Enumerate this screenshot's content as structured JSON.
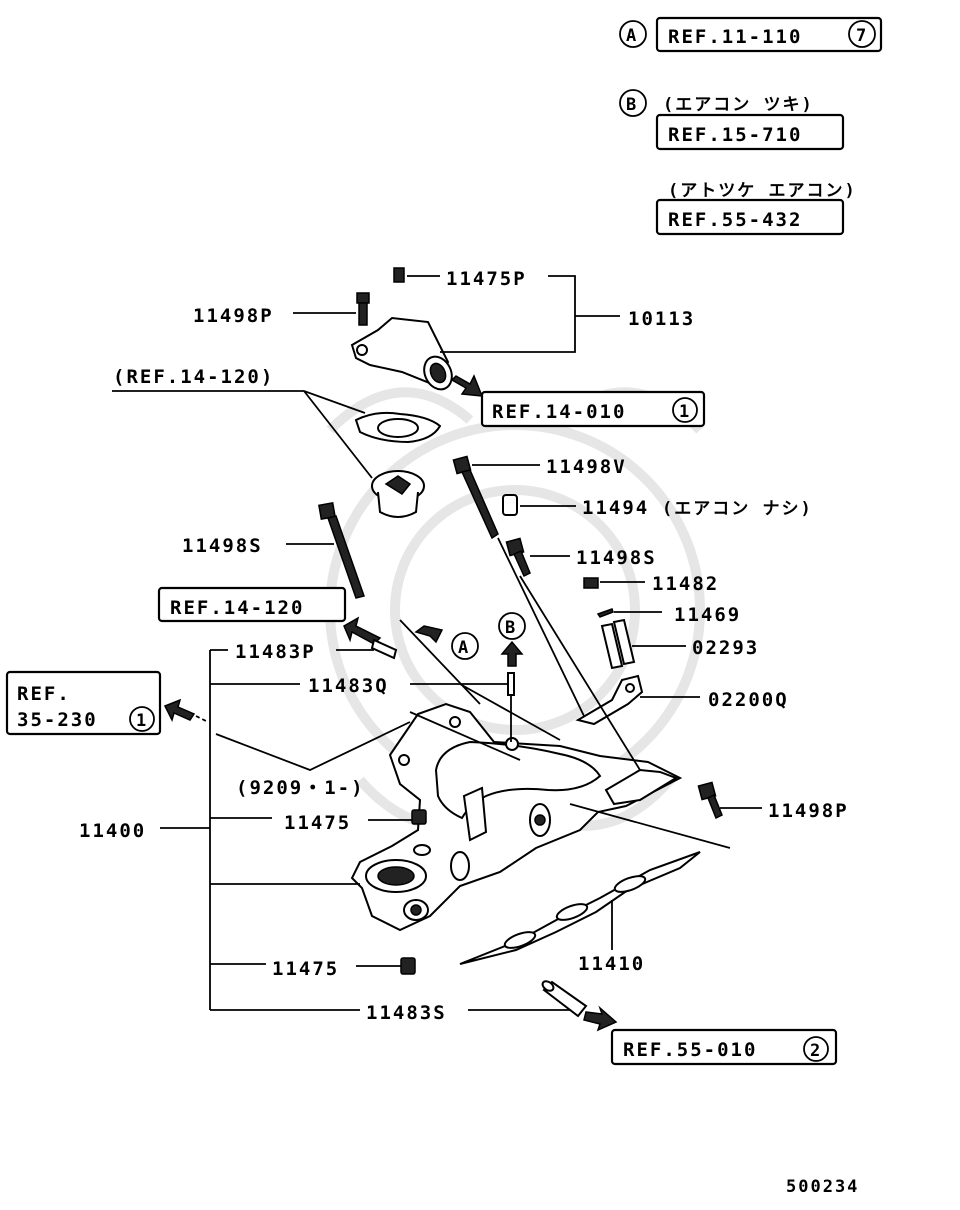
{
  "header_refs": {
    "a": {
      "marker": "A",
      "ref": "REF.11-110",
      "circle": "7"
    },
    "b": {
      "marker": "B",
      "note": "(エアコン ツキ)",
      "ref": "REF.15-710"
    },
    "c": {
      "note": "(アトツケ エアコン)",
      "ref": "REF.55-432"
    }
  },
  "refs": {
    "r14010": {
      "ref": "REF.14-010",
      "circle": "1"
    },
    "r14120_note": "(REF.14-120)",
    "r14120": "REF.14-120",
    "r35230": {
      "line1": "REF.",
      "line2": "35-230",
      "circle": "1"
    },
    "r55010": {
      "ref": "REF.55-010",
      "circle": "2"
    }
  },
  "markers": {
    "a": "A",
    "b": "B"
  },
  "part_labels": {
    "p11475P": "11475P",
    "p10113": "10113",
    "p11498P_top": "11498P",
    "p11498V": "11498V",
    "p11494": "11494",
    "p11494_note": "(エアコン ナシ)",
    "p11498S_left": "11498S",
    "p11498S_right": "11498S",
    "p11482": "11482",
    "p11469": "11469",
    "p02293": "02293",
    "p02200Q": "02200Q",
    "p11483P": "11483P",
    "p11483Q": "11483Q",
    "date_note": "(9209・1-)",
    "p11400": "11400",
    "p11475_mid": "11475",
    "p11498P_right": "11498P",
    "p11410": "11410",
    "p11475_bot": "11475",
    "p11483S": "11483S"
  },
  "diagram_id": "500234"
}
